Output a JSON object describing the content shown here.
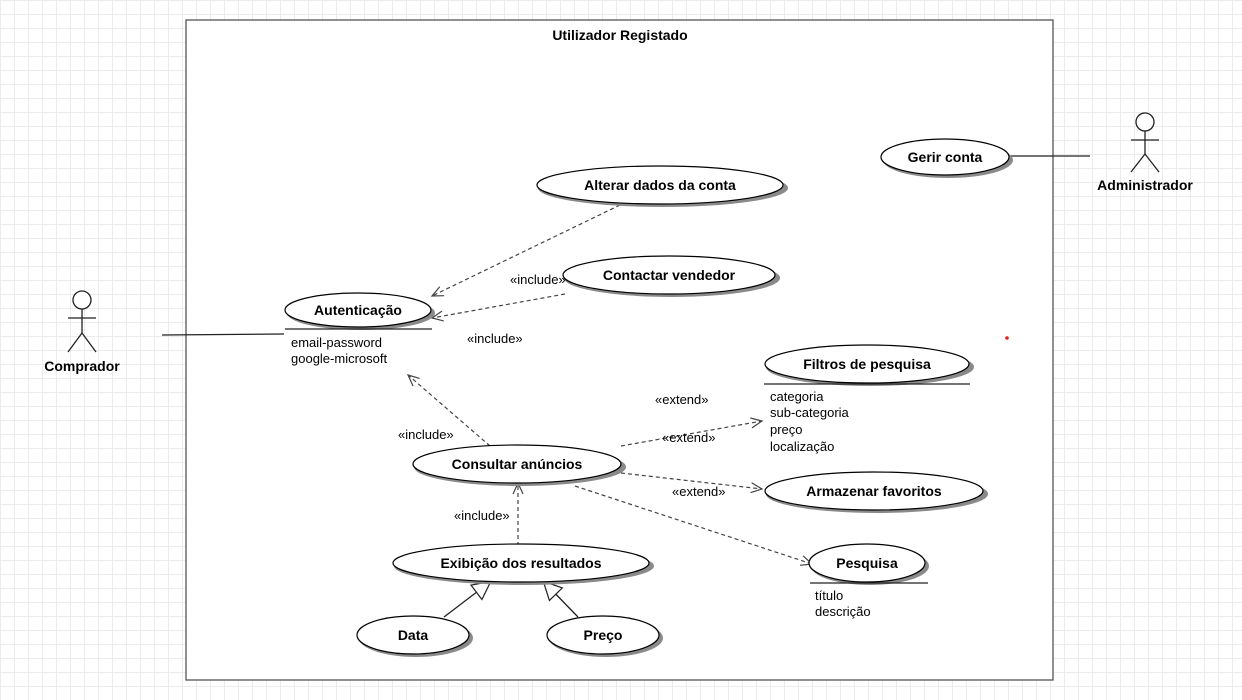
{
  "system": {
    "title": "Utilizador Registado"
  },
  "actors": {
    "comprador": "Comprador",
    "administrador": "Administrador"
  },
  "use_cases": {
    "gerir_conta": "Gerir conta",
    "alterar_dados": "Alterar dados da conta",
    "contactar_vendedor": "Contactar vendedor",
    "autenticacao": "Autenticação",
    "filtros_pesquisa": "Filtros de pesquisa",
    "consultar_anuncios": "Consultar anúncios",
    "armazenar_favoritos": "Armazenar favoritos",
    "pesquisa": "Pesquisa",
    "exibicao_resultados": "Exibição dos resultados",
    "data": "Data",
    "preco": "Preço"
  },
  "extension_points": {
    "autenticacao": [
      "email-password",
      "google-microsoft"
    ],
    "filtros_pesquisa": [
      "categoria",
      "sub-categoria",
      "preço",
      "localização"
    ],
    "pesquisa": [
      "título",
      "descrição"
    ]
  },
  "relations": {
    "include_contactar": "«include»",
    "include_autenticacao": "«include»",
    "include_consultar": "«include»",
    "include_exibicao": "«include»",
    "extend_filtros_1": "«extend»",
    "extend_filtros_2": "«extend»",
    "extend_favoritos": "«extend»"
  },
  "colors": {
    "system_border": "#555555",
    "shadow": "#8a8a8a",
    "dot": "#e02020"
  }
}
